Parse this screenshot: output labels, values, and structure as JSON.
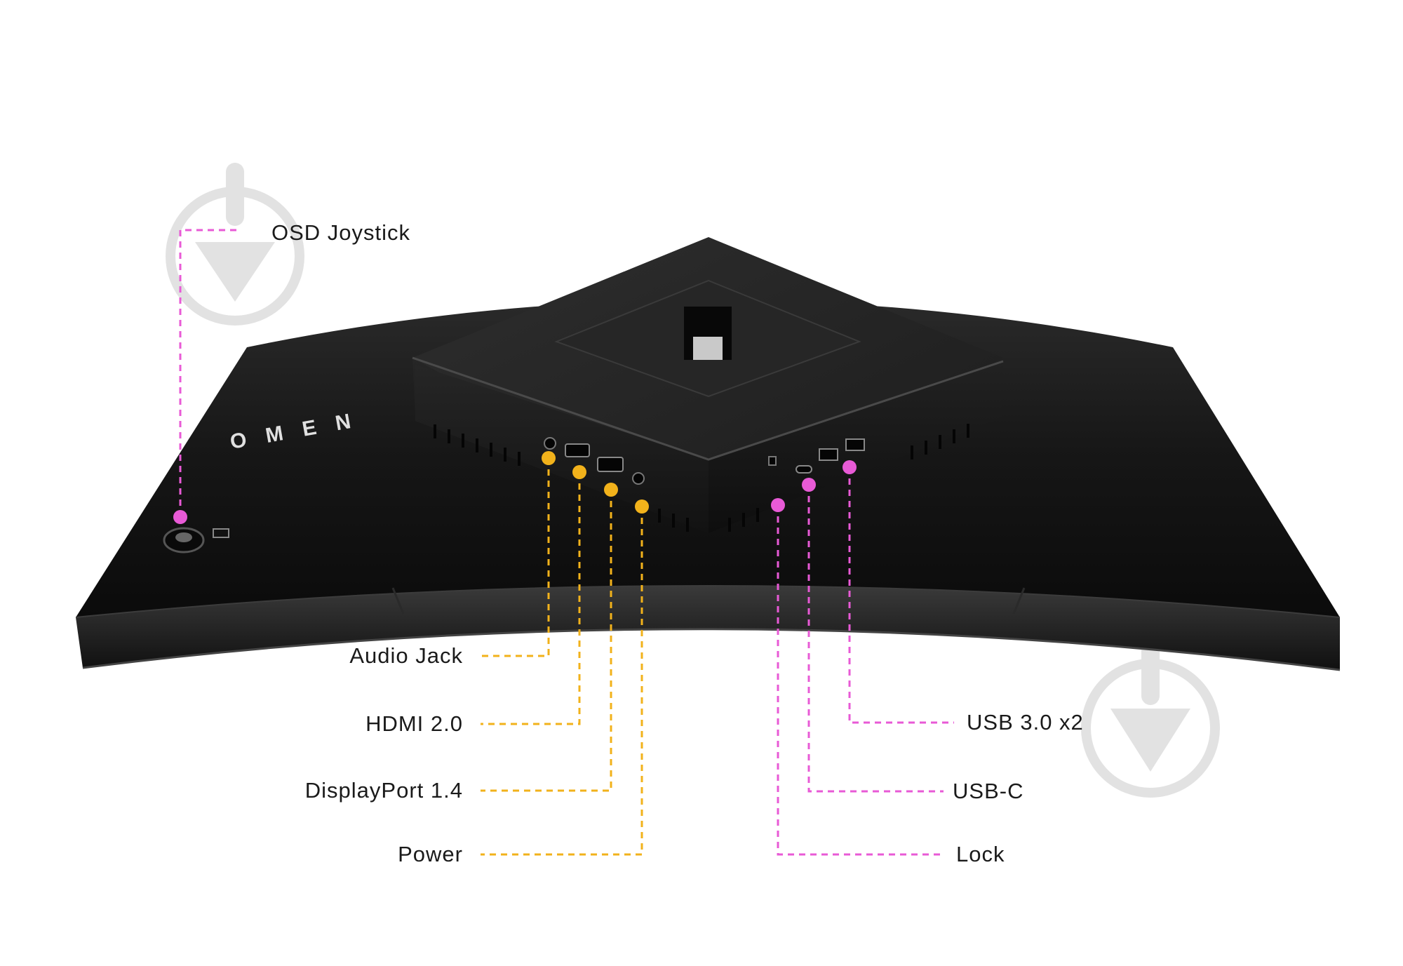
{
  "colors": {
    "orange": "#F2B21B",
    "magenta": "#E85AD6",
    "monitor_dark": "#141414",
    "watermark": "#e2e2e2"
  },
  "logo": {
    "text": "OMEN"
  },
  "labels": {
    "osd_joystick": "OSD Joystick",
    "audio_jack": "Audio Jack",
    "hdmi": "HDMI 2.0",
    "displayport": "DisplayPort 1.4",
    "power": "Power",
    "usb30": "USB 3.0 x2",
    "usbc": "USB-C",
    "lock": "Lock"
  },
  "icons": {
    "watermark": "download-arrow-circle-icon"
  }
}
